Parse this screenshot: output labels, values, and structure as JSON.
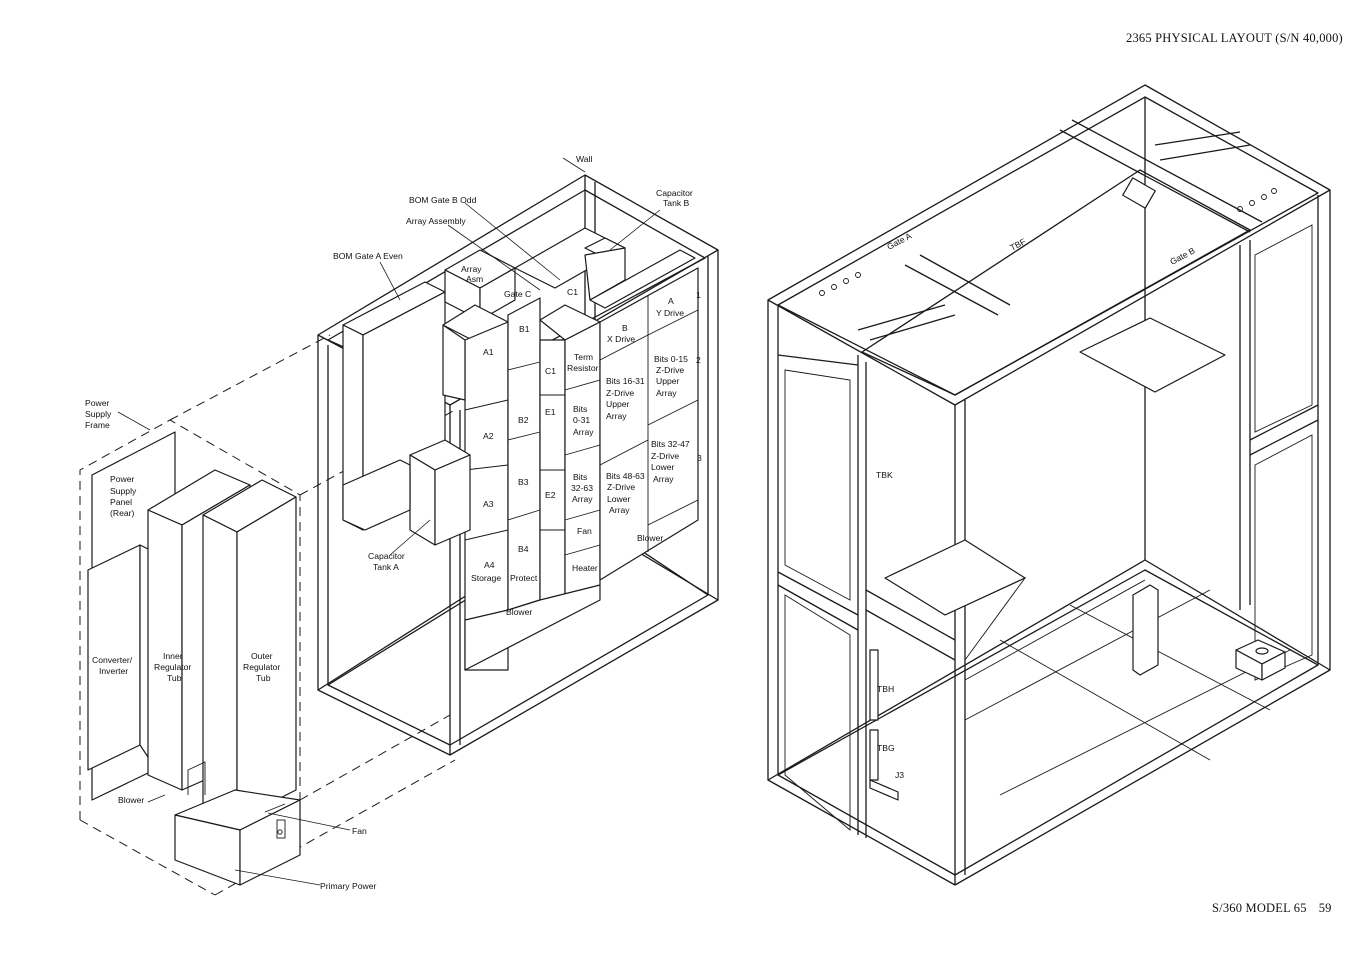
{
  "header": {
    "title": "2365 PHYSICAL LAYOUT (S/N 40,000)"
  },
  "footer": {
    "label": "S/360 MODEL 65",
    "page": "59"
  },
  "labels": {
    "wall": "Wall",
    "bom_gate_b_odd": "BOM Gate B Odd",
    "array_assembly": "Array Assembly",
    "bom_gate_a_even": "BOM Gate A Even",
    "capacitor_tank_b_1": "Capacitor",
    "capacitor_tank_b_2": "Tank B",
    "array_asm_1": "Array",
    "array_asm_2": "Asm",
    "gate_c": "Gate C",
    "c1_top": "C1",
    "y_drive_1": "A",
    "y_drive_2": "Y Drive",
    "x_drive_1": "B",
    "x_drive_2": "X Drive",
    "a1": "A1",
    "b1": "B1",
    "term_1": "Term",
    "term_2": "Resistor",
    "c1_mid": "C1",
    "bits_0_15_1": "Bits 0-15",
    "bits_0_15_2": "Z-Drive",
    "bits_0_15_3": "Upper",
    "bits_0_15_4": "Array",
    "bits_16_31_1": "Bits 16-31",
    "bits_16_31_2": "Z-Drive",
    "bits_16_31_3": "Upper",
    "bits_16_31_4": "Array",
    "a2": "A2",
    "b2": "B2",
    "e1": "E1",
    "bits_0_31_1": "Bits",
    "bits_0_31_2": "0-31",
    "bits_0_31_3": "Array",
    "bits_32_47_1": "Bits 32-47",
    "bits_32_47_2": "Z-Drive",
    "bits_32_47_3": "Lower",
    "bits_32_47_4": "Array",
    "a3": "A3",
    "b3": "B3",
    "e2": "E2",
    "bits_32_63_1": "Bits",
    "bits_32_63_2": "32-63",
    "bits_32_63_3": "Array",
    "bits_48_63_1": "Bits 48-63",
    "bits_48_63_2": "Z-Drive",
    "bits_48_63_3": "Lower",
    "bits_48_63_4": "Array",
    "fan_mid": "Fan",
    "blower_right": "Blower",
    "a4_1": "A4",
    "a4_2": "Storage",
    "b4_1": "B4",
    "b4_2": "Protect",
    "heater": "Heater",
    "blower_bottom": "Blower",
    "num_1": "1",
    "num_2": "2",
    "num_3": "3",
    "capacitor_tank_a_1": "Capacitor",
    "capacitor_tank_a_2": "Tank A",
    "power_supply_frame_1": "Power",
    "power_supply_frame_2": "Supply",
    "power_supply_frame_3": "Frame",
    "psp_1": "Power",
    "psp_2": "Supply",
    "psp_3": "Panel",
    "psp_4": "(Rear)",
    "converter_1": "Converter/",
    "converter_2": "Inverter",
    "inner_1": "Inner",
    "inner_2": "Regulator",
    "inner_3": "Tub",
    "outer_1": "Outer",
    "outer_2": "Regulator",
    "outer_3": "Tub",
    "blower_left": "Blower",
    "fan_left": "Fan",
    "primary_power": "Primary Power",
    "gate_a": "Gate A",
    "gate_b": "Gate B",
    "tbf": "TBF",
    "tbk": "TBK",
    "tbh": "TBH",
    "tbg": "TBG",
    "j3": "J3"
  }
}
